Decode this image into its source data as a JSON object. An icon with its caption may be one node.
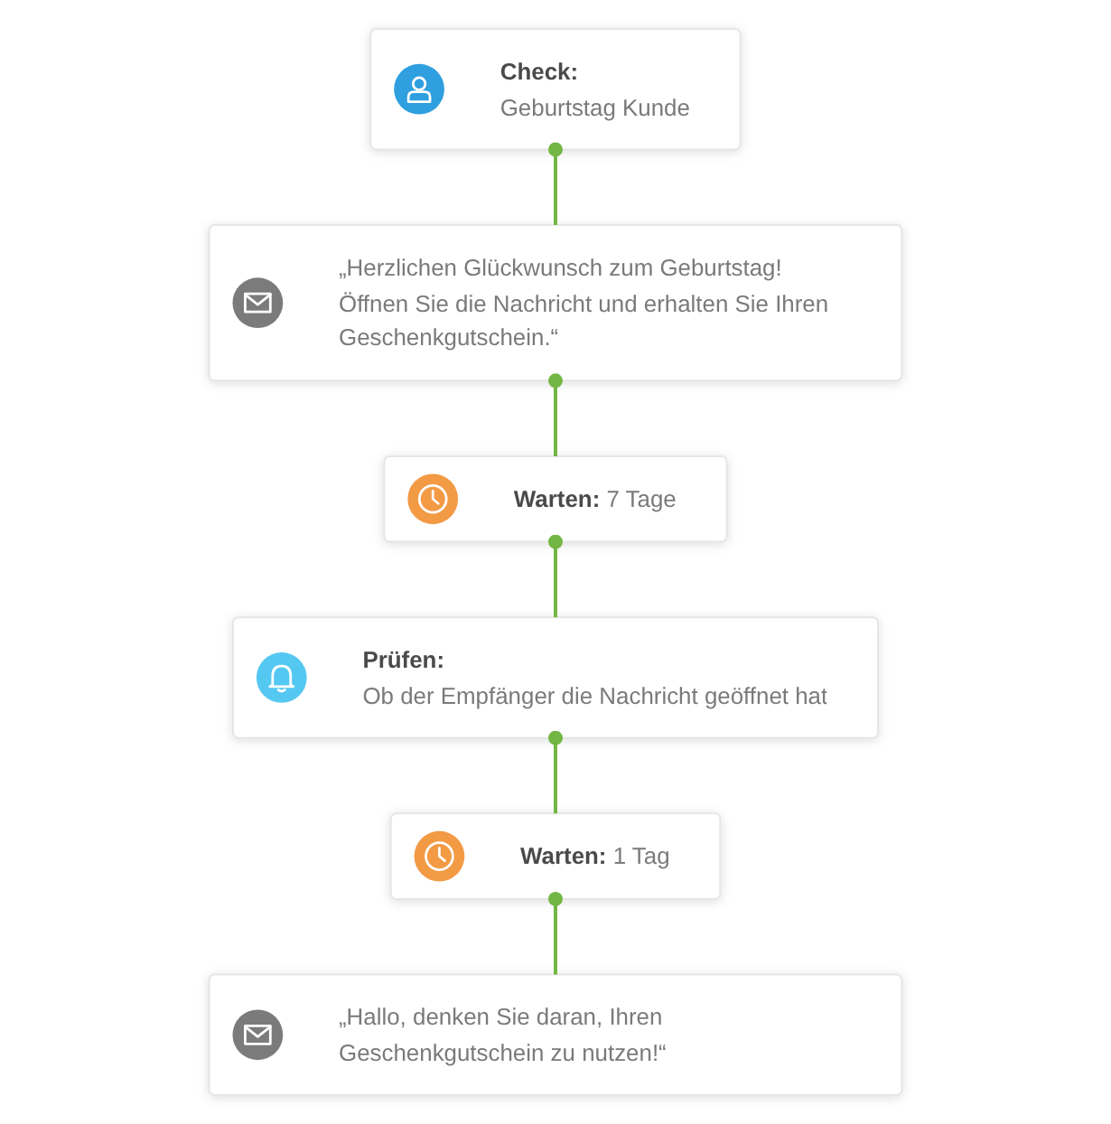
{
  "diagram": {
    "nodes": [
      {
        "text": [
          "Check:",
          "Geburtstag Kunde"
        ]
      },
      {
        "text": [
          "„Herzlichen Glückwunsch zum Geburtstag! Öffnen Sie die Nachricht und erhalten Sie Ihren Geschenkgutschein.“"
        ]
      },
      {
        "text": [
          "Warten:",
          "7 Tage"
        ]
      },
      {
        "text": [
          "Prüfen:",
          "Ob der Empfänger die Nachricht geöffnet hat"
        ]
      },
      {
        "text": [
          "Warten:",
          "1 Tag"
        ]
      },
      {
        "text": [
          "„Hallo, denken Sie daran, Ihren Geschenkgutschein zu nutzen!“"
        ]
      }
    ],
    "edges": [
      {
        "from": 0,
        "to": 1,
        "arrow": "other"
      },
      {
        "from": 1,
        "to": 2,
        "arrow": "other"
      },
      {
        "from": 2,
        "to": 3,
        "arrow": "other"
      },
      {
        "from": 3,
        "to": 4,
        "arrow": "other"
      },
      {
        "from": 4,
        "to": 5,
        "arrow": "other"
      }
    ]
  }
}
